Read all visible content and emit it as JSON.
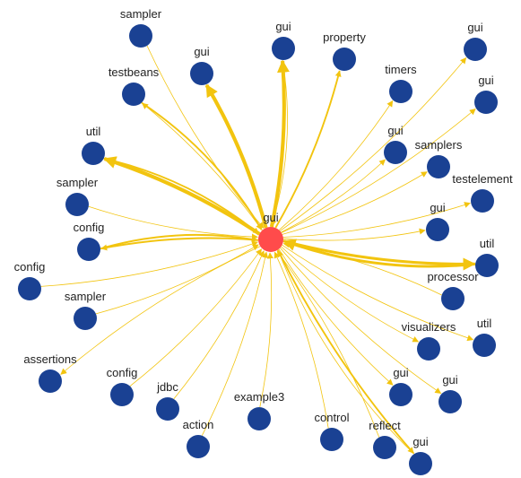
{
  "colors": {
    "background": "#ffffff",
    "node": "#1a4193",
    "center_node": "#ff4b4b",
    "edge": "#f2c40f",
    "label": "#222222"
  },
  "center": {
    "label": "gui"
  },
  "nodes": [
    {
      "id": "n1",
      "label": "sampler"
    },
    {
      "id": "n2",
      "label": "gui"
    },
    {
      "id": "n3",
      "label": "gui"
    },
    {
      "id": "n4",
      "label": "property"
    },
    {
      "id": "n5",
      "label": "gui"
    },
    {
      "id": "n6",
      "label": "testbeans"
    },
    {
      "id": "n7",
      "label": "timers"
    },
    {
      "id": "n8",
      "label": "gui"
    },
    {
      "id": "n9",
      "label": "util"
    },
    {
      "id": "n10",
      "label": "gui"
    },
    {
      "id": "n11",
      "label": "samplers"
    },
    {
      "id": "n12",
      "label": "testelement"
    },
    {
      "id": "n13",
      "label": "sampler"
    },
    {
      "id": "n14",
      "label": "gui"
    },
    {
      "id": "n15",
      "label": "config"
    },
    {
      "id": "n16",
      "label": "util"
    },
    {
      "id": "n17",
      "label": "config"
    },
    {
      "id": "n18",
      "label": "processor"
    },
    {
      "id": "n19",
      "label": "sampler"
    },
    {
      "id": "n20",
      "label": "visualizers"
    },
    {
      "id": "n21",
      "label": "util"
    },
    {
      "id": "n22",
      "label": "assertions"
    },
    {
      "id": "n23",
      "label": "config"
    },
    {
      "id": "n24",
      "label": "jdbc"
    },
    {
      "id": "n25",
      "label": "example3"
    },
    {
      "id": "n26",
      "label": "gui"
    },
    {
      "id": "n27",
      "label": "gui"
    },
    {
      "id": "n28",
      "label": "control"
    },
    {
      "id": "n29",
      "label": "reflect"
    },
    {
      "id": "n30",
      "label": "action"
    },
    {
      "id": "n31",
      "label": "gui"
    }
  ],
  "edges": [
    {
      "node": "n1",
      "direction": "in",
      "weight": 1
    },
    {
      "node": "n2",
      "direction": "out",
      "weight": 4
    },
    {
      "node": "n3",
      "direction": "out",
      "weight": 4
    },
    {
      "node": "n3",
      "direction": "in",
      "weight": 1
    },
    {
      "node": "n4",
      "direction": "out",
      "weight": 2
    },
    {
      "node": "n5",
      "direction": "out",
      "weight": 1
    },
    {
      "node": "n6",
      "direction": "out",
      "weight": 1
    },
    {
      "node": "n6",
      "direction": "in",
      "weight": 2
    },
    {
      "node": "n7",
      "direction": "out",
      "weight": 1
    },
    {
      "node": "n8",
      "direction": "out",
      "weight": 1
    },
    {
      "node": "n9",
      "direction": "out",
      "weight": 4
    },
    {
      "node": "n9",
      "direction": "in",
      "weight": 2
    },
    {
      "node": "n10",
      "direction": "out",
      "weight": 1
    },
    {
      "node": "n11",
      "direction": "out",
      "weight": 1
    },
    {
      "node": "n12",
      "direction": "out",
      "weight": 1
    },
    {
      "node": "n13",
      "direction": "in",
      "weight": 1
    },
    {
      "node": "n14",
      "direction": "out",
      "weight": 1
    },
    {
      "node": "n15",
      "direction": "out",
      "weight": 2
    },
    {
      "node": "n15",
      "direction": "in",
      "weight": 2
    },
    {
      "node": "n16",
      "direction": "out",
      "weight": 3
    },
    {
      "node": "n16",
      "direction": "in",
      "weight": 3
    },
    {
      "node": "n17",
      "direction": "in",
      "weight": 1
    },
    {
      "node": "n18",
      "direction": "in",
      "weight": 1
    },
    {
      "node": "n19",
      "direction": "in",
      "weight": 1
    },
    {
      "node": "n20",
      "direction": "out",
      "weight": 1
    },
    {
      "node": "n21",
      "direction": "out",
      "weight": 1
    },
    {
      "node": "n22",
      "direction": "out",
      "weight": 1
    },
    {
      "node": "n23",
      "direction": "in",
      "weight": 1
    },
    {
      "node": "n24",
      "direction": "in",
      "weight": 1
    },
    {
      "node": "n25",
      "direction": "in",
      "weight": 1
    },
    {
      "node": "n26",
      "direction": "out",
      "weight": 1
    },
    {
      "node": "n27",
      "direction": "out",
      "weight": 1
    },
    {
      "node": "n28",
      "direction": "in",
      "weight": 1
    },
    {
      "node": "n29",
      "direction": "in",
      "weight": 1
    },
    {
      "node": "n30",
      "direction": "in",
      "weight": 1
    },
    {
      "node": "n31",
      "direction": "out",
      "weight": 2
    },
    {
      "node": "n31",
      "direction": "in",
      "weight": 1
    }
  ]
}
